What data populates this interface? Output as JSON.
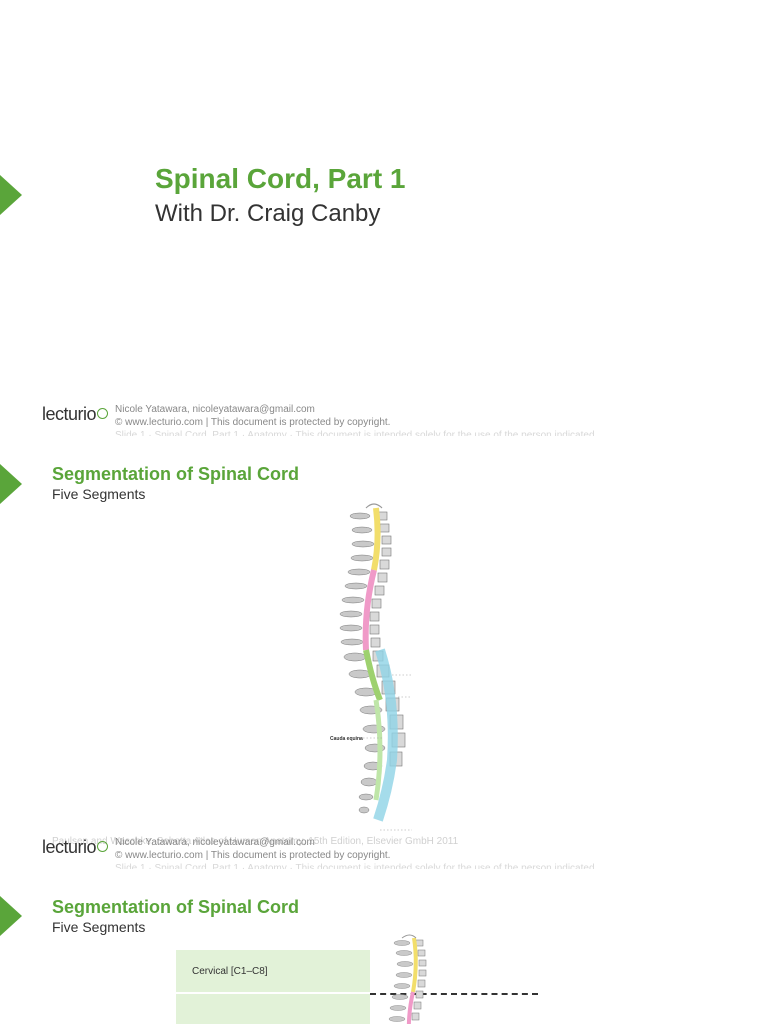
{
  "slide1": {
    "title": "Spinal Cord, Part 1",
    "subtitle": "With Dr. Craig Canby"
  },
  "footer": {
    "logo": "lecturio",
    "user": "Nicole Yatawara, nicoleyatawara@gmail.com",
    "copyright": "© www.lecturio.com | This document is protected by copyright.",
    "faint_line": "Slide 1 · Spinal Cord, Part 1 · Anatomy · This document is intended solely for the use of the person indicated"
  },
  "slide2": {
    "title": "Segmentation of Spinal Cord",
    "subtitle": "Five Segments",
    "figure_label": "Cauda equina",
    "credit": "Paulsen and Waschke, Sobotta Atlas of Human Anatomy, 15th Edition, Elsevier GmbH 2011"
  },
  "slide3": {
    "title": "Segmentation of Spinal Cord",
    "subtitle": "Five Segments",
    "rows": [
      "Cervical [C1–C8]",
      ""
    ]
  },
  "colors": {
    "accent": "#5aa53a",
    "table_fill": "#e2f2d8"
  }
}
